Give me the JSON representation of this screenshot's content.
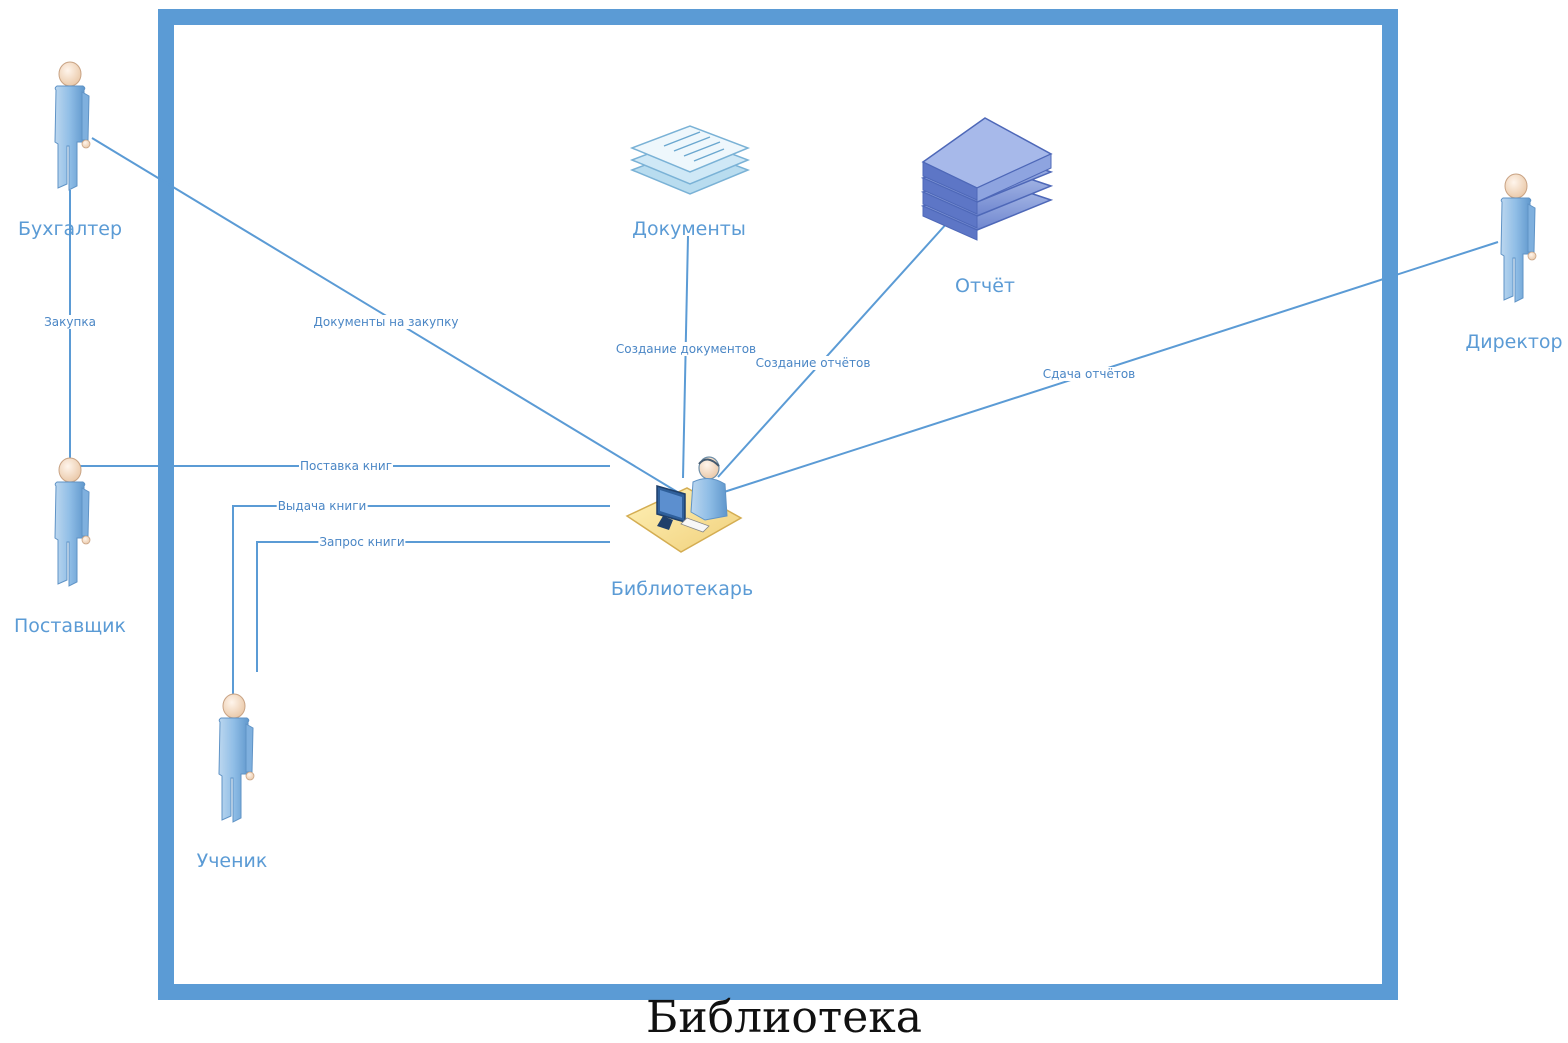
{
  "diagram": {
    "boundary": {
      "label": "Библиотека",
      "color": "#5b9bd5"
    },
    "actors": {
      "accountant": "Бухгалтер",
      "supplier": "Поставщик",
      "student": "Ученик",
      "director": "Директор"
    },
    "central": {
      "librarian": "Библиотекарь"
    },
    "artifacts": {
      "documents": "Документы",
      "report": "Отчёт"
    },
    "edges": {
      "purchase": "Закупка",
      "purchase_docs": "Документы на закупку",
      "create_docs": "Создание документов",
      "create_reports": "Создание отчётов",
      "submit_reports": "Сдача отчётов",
      "book_delivery": "Поставка книг",
      "book_issue": "Выдача книги",
      "book_request": "Запрос книги"
    },
    "colors": {
      "line": "#5b9bd5",
      "text": "#5b9bd5"
    },
    "icons": {
      "actor": "person-icon",
      "librarian": "librarian-at-computer-icon",
      "documents": "document-stack-icon",
      "report": "book-stack-icon"
    }
  }
}
